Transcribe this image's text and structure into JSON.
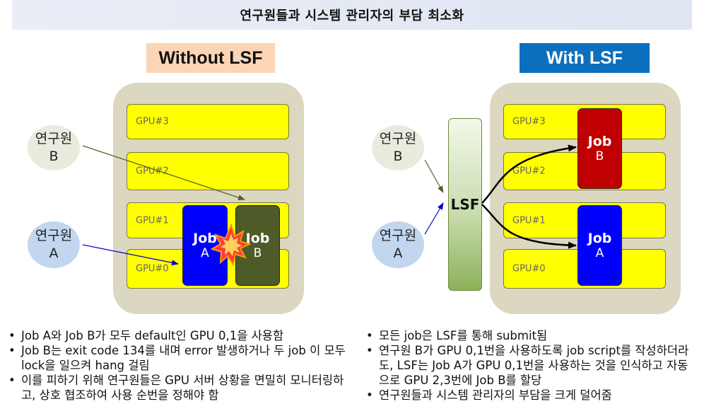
{
  "title": "연구원들과 시스템 관리자의 부담 최소화",
  "left": {
    "header": "Without LSF",
    "gpus": [
      "GPU#3",
      "GPU#2",
      "GPU#1",
      "GPU#0"
    ],
    "researcher_b": {
      "line1": "연구원",
      "line2": "B"
    },
    "researcher_a": {
      "line1": "연구원",
      "line2": "A"
    },
    "job_a": {
      "line1": "Job",
      "line2": "A",
      "color": "#0000ff"
    },
    "job_b": {
      "line1": "Job",
      "line2": "B",
      "color": "#4e5a28"
    },
    "bullets": [
      "Job A와 Job B가 모두 default인 GPU 0,1을 사용함",
      "Job B는 exit code 134를 내며 error 발생하거나 두 job 이 모두 lock을 일으켜 hang 걸림",
      "이를 피하기 위해 연구원들은 GPU 서버 상황을 면밀히 모니터링하고, 상호 협조하여 사용 순번을 정해야 함"
    ]
  },
  "right": {
    "header": "With LSF",
    "lsf_label": "LSF",
    "gpus": [
      "GPU#3",
      "GPU#2",
      "GPU#1",
      "GPU#0"
    ],
    "researcher_b": {
      "line1": "연구원",
      "line2": "B"
    },
    "researcher_a": {
      "line1": "연구원",
      "line2": "A"
    },
    "job_b": {
      "line1": "Job",
      "line2": "B",
      "color": "#c00000"
    },
    "job_a": {
      "line1": "Job",
      "line2": "A",
      "color": "#0000ff"
    },
    "bullets": [
      "모든 job은 LSF를 통해 submit됨",
      "연구원 B가 GPU 0,1번을 사용하도록 job script를 작성하더라도, LSF는 Job A가 GPU 0,1번을 사용하는 것을 인식하고 자동으로 GPU 2,3번에 Job B를 할당",
      "연구원들과 시스템 관리자의 부담을 크게 덜어줌"
    ]
  },
  "colors": {
    "gpu": "#ffff00",
    "server": "#dcd7c0",
    "header_right": "#0b6fbe",
    "header_left": "#fbd5b5"
  }
}
